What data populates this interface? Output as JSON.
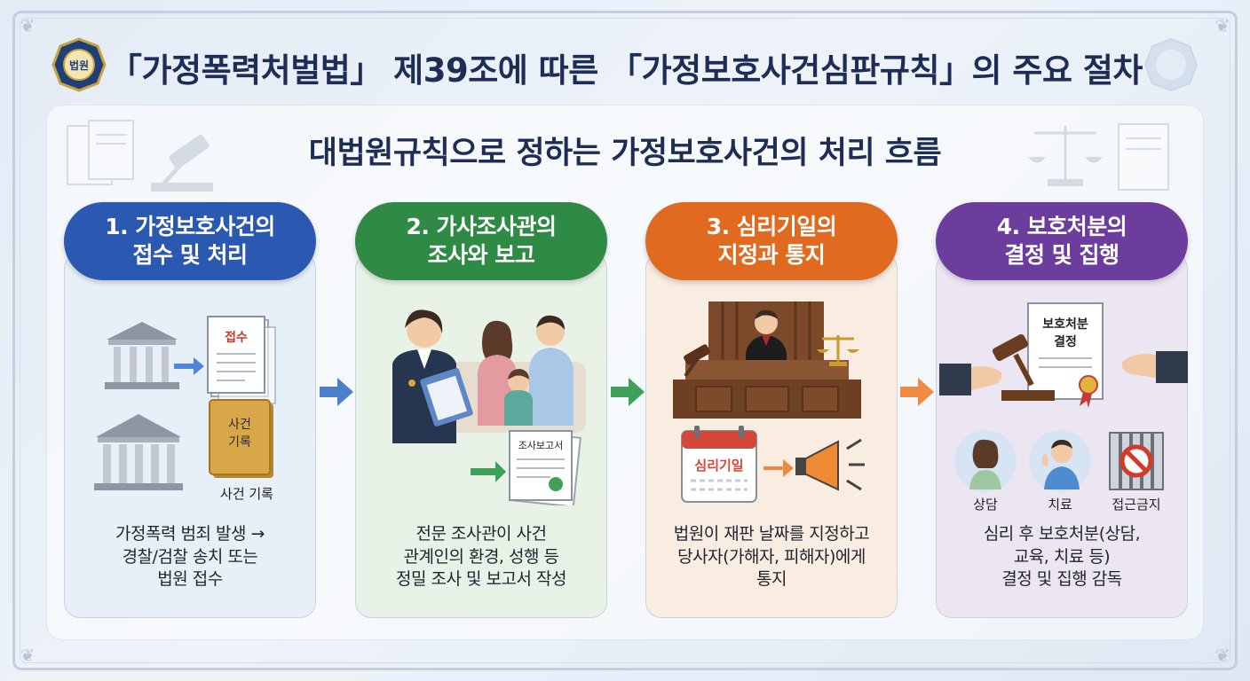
{
  "header": {
    "title": "「가정폭력처벌법」 제39조에 따른 「가정보호사건심판규칙」의 주요 절차",
    "seal_text": "법원"
  },
  "subtitle": "대법원규칙으로 정하는 가정보호사건의 처리 흐름",
  "steps": [
    {
      "title_line1": "1. 가정보호사건의",
      "title_line2": "접수 및 처리",
      "color": "#2b58b0",
      "desc": [
        "가정폭력 범죄 발생 →",
        "경찰/검찰 송치 또는",
        "법원 접수"
      ],
      "labels": {
        "doc": "접수",
        "book_line1": "사건",
        "book_line2": "기록",
        "book_caption": "사건 기록"
      }
    },
    {
      "title_line1": "2. 가사조사관의",
      "title_line2": "조사와 보고",
      "color": "#2f8a45",
      "desc": [
        "전문 조사관이 사건",
        "관계인의 환경, 성행 등",
        "정밀 조사 및 보고서 작성"
      ],
      "labels": {
        "report": "조사보고서"
      }
    },
    {
      "title_line1": "3. 심리기일의",
      "title_line2": "지정과 통지",
      "color": "#e06b20",
      "desc": [
        "법원이 재판 날짜를 지정하고",
        "당사자(가해자, 피해자)에게",
        "통지"
      ],
      "labels": {
        "calendar": "심리기일"
      }
    },
    {
      "title_line1": "4. 보호처분의",
      "title_line2": "결정 및 집행",
      "color": "#6c3d9c",
      "desc": [
        "심리 후 보호처분(상담,",
        "교육, 치료 등)",
        "결정 및 집행 감독"
      ],
      "labels": {
        "doc_line1": "보호처분",
        "doc_line2": "결정",
        "icon1": "상담",
        "icon2": "치료",
        "icon3": "접근금지"
      }
    }
  ],
  "icons": [
    "court-building-icon",
    "document-icon",
    "book-icon",
    "family-icon",
    "investigator-icon",
    "judge-icon",
    "calendar-icon",
    "megaphone-icon",
    "gavel-icon",
    "counseling-icon",
    "treatment-icon",
    "no-access-icon"
  ]
}
